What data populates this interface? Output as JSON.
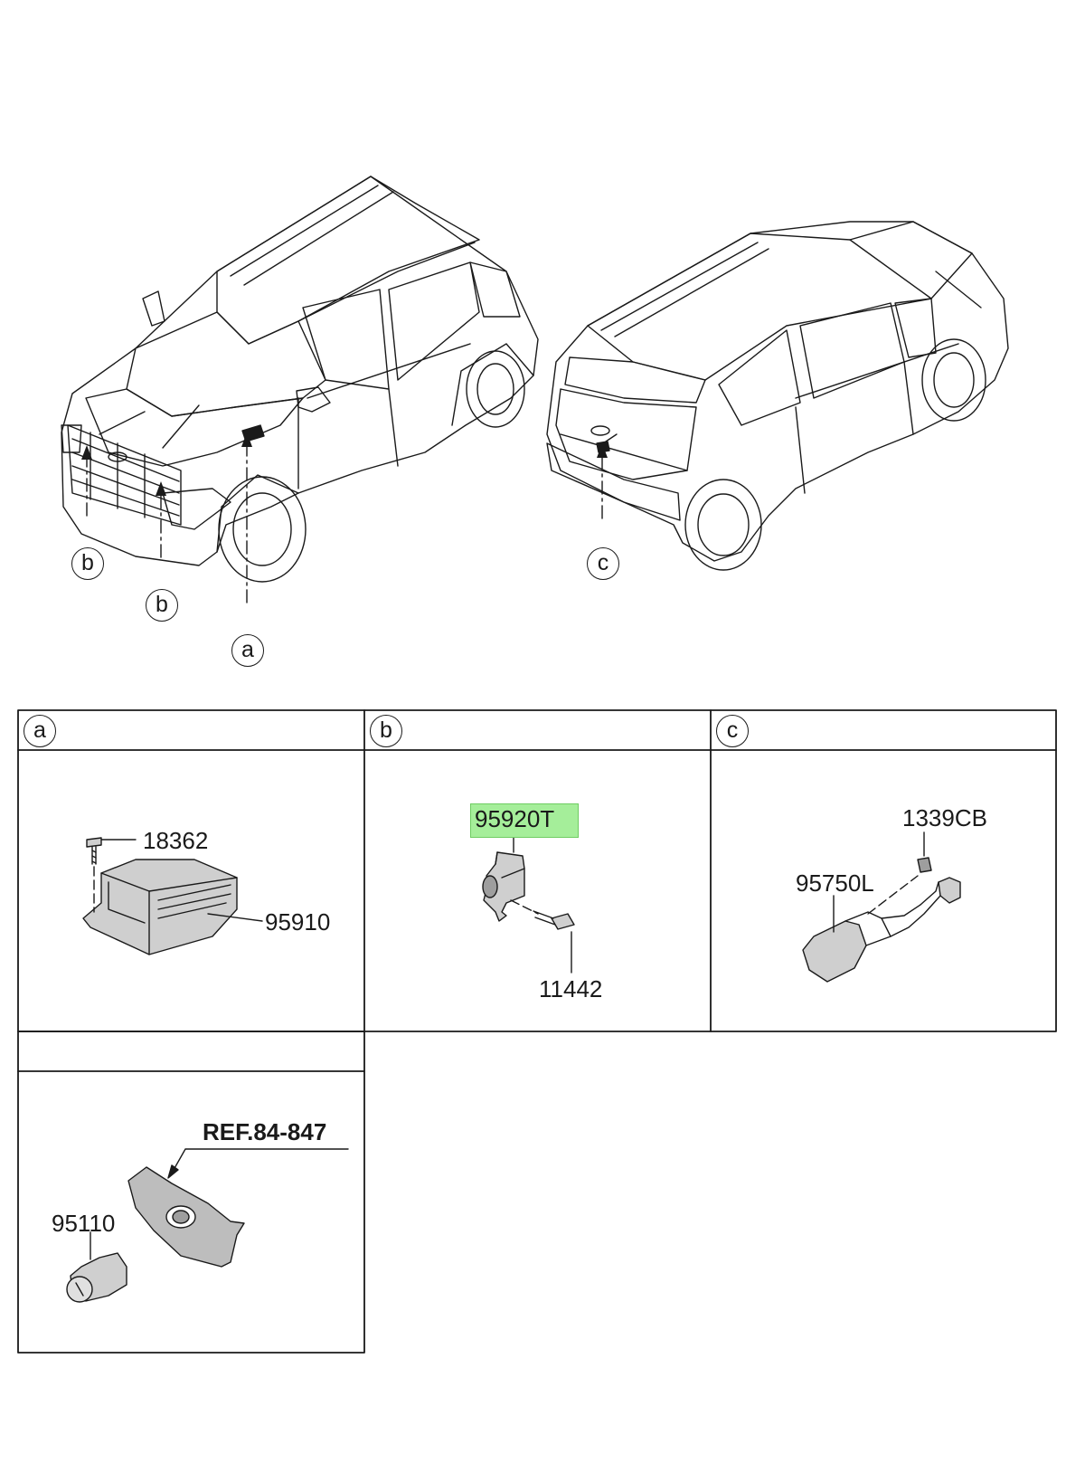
{
  "callouts": {
    "front_left_b": "b",
    "front_right_b": "b",
    "front_a": "a",
    "rear_c": "c"
  },
  "sections": [
    {
      "id": "a",
      "label": "a"
    },
    {
      "id": "b",
      "label": "b"
    },
    {
      "id": "c",
      "label": "c"
    }
  ],
  "parts": {
    "p18362": "18362",
    "p95910": "95910",
    "p95920T": "95920T",
    "p11442": "11442",
    "p1339CB": "1339CB",
    "p95750L": "95750L",
    "ref": "REF.84-847",
    "p95110": "95110"
  },
  "colors": {
    "line": "#1a1a1a",
    "highlight": "#a5ee9a",
    "part_fill": "#cfcfcf",
    "part_shadow": "#9e9e9e"
  }
}
